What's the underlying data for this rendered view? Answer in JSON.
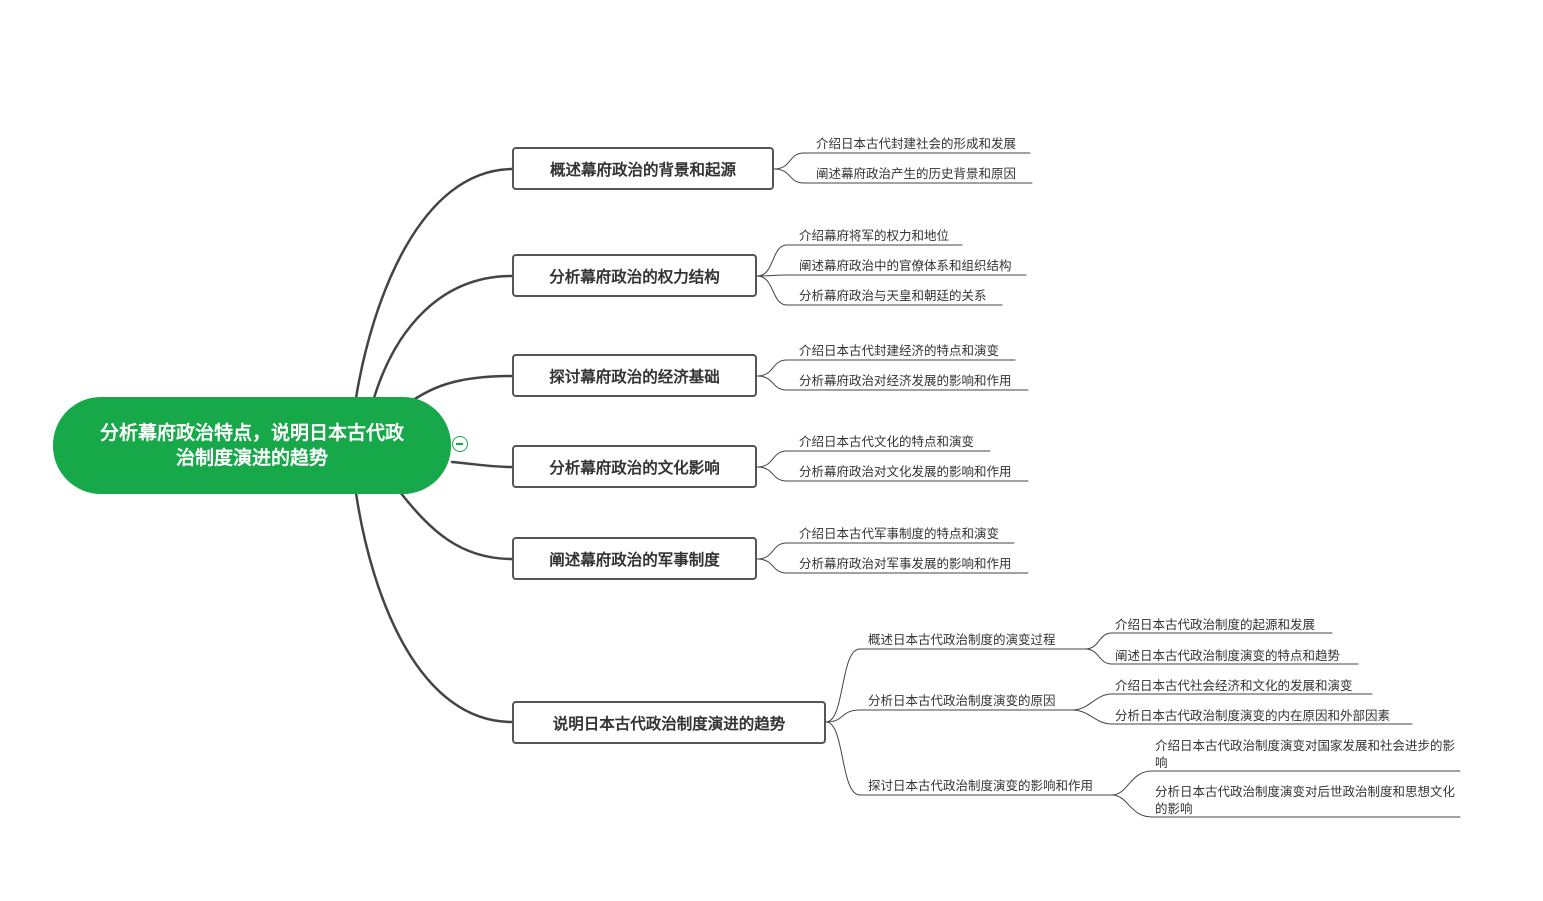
{
  "root": {
    "title": "分析幕府政治特点，说明日本古代政治制度演进的趋势"
  },
  "colors": {
    "root_fill": "#17a84a",
    "line": "#444444",
    "node_border": "#555555"
  },
  "branches": [
    {
      "label": "概述幕府政治的背景和起源",
      "children": [
        {
          "label": "介绍日本古代封建社会的形成和发展"
        },
        {
          "label": "阐述幕府政治产生的历史背景和原因"
        }
      ]
    },
    {
      "label": "分析幕府政治的权力结构",
      "children": [
        {
          "label": "介绍幕府将军的权力和地位"
        },
        {
          "label": "阐述幕府政治中的官僚体系和组织结构"
        },
        {
          "label": "分析幕府政治与天皇和朝廷的关系"
        }
      ]
    },
    {
      "label": "探讨幕府政治的经济基础",
      "children": [
        {
          "label": "介绍日本古代封建经济的特点和演变"
        },
        {
          "label": "分析幕府政治对经济发展的影响和作用"
        }
      ]
    },
    {
      "label": "分析幕府政治的文化影响",
      "children": [
        {
          "label": "介绍日本古代文化的特点和演变"
        },
        {
          "label": "分析幕府政治对文化发展的影响和作用"
        }
      ]
    },
    {
      "label": "阐述幕府政治的军事制度",
      "children": [
        {
          "label": "介绍日本古代军事制度的特点和演变"
        },
        {
          "label": "分析幕府政治对军事发展的影响和作用"
        }
      ]
    },
    {
      "label": "说明日本古代政治制度演进的趋势",
      "children": [
        {
          "label": "概述日本古代政治制度的演变过程",
          "children": [
            {
              "label": "介绍日本古代政治制度的起源和发展"
            },
            {
              "label": "阐述日本古代政治制度演变的特点和趋势"
            }
          ]
        },
        {
          "label": "分析日本古代政治制度演变的原因",
          "children": [
            {
              "label": "介绍日本古代社会经济和文化的发展和演变"
            },
            {
              "label": "分析日本古代政治制度演变的内在原因和外部因素"
            }
          ]
        },
        {
          "label": "探讨日本古代政治制度演变的影响和作用",
          "children": [
            {
              "label": "介绍日本古代政治制度演变对国家发展和社会进步的影响"
            },
            {
              "label": "分析日本古代政治制度演变对后世政治制度和思想文化的影响"
            }
          ]
        }
      ]
    }
  ]
}
